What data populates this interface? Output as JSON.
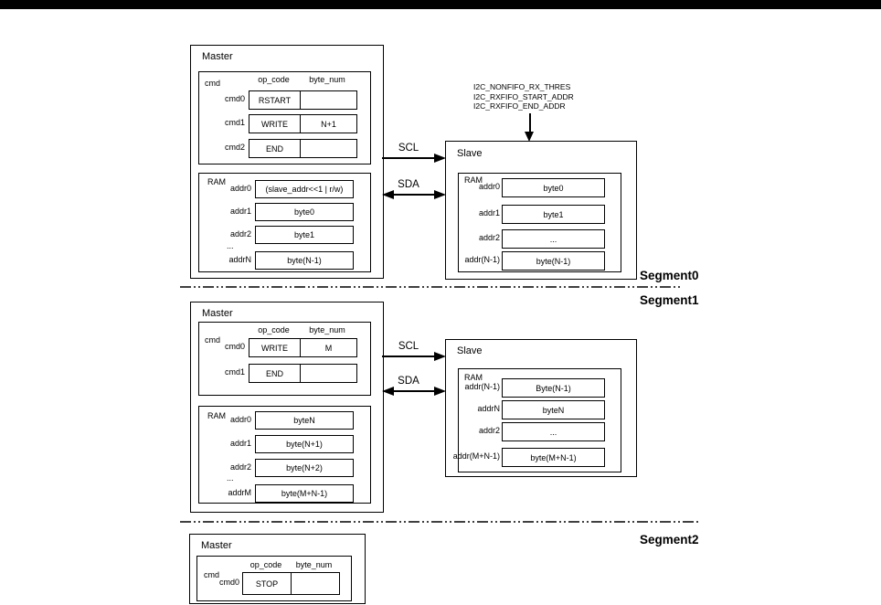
{
  "colors": {
    "ink": "#000000",
    "background": "#ffffff"
  },
  "bus": {
    "scl": "SCL",
    "sda": "SDA"
  },
  "segments": [
    {
      "label": "Segment0",
      "master": {
        "title": "Master",
        "cmd_label": "cmd",
        "headers": {
          "op_code": "op_code",
          "byte_num": "byte_num"
        },
        "cmd_rows": [
          {
            "name": "cmd0",
            "op_code": "RSTART",
            "byte_num": ""
          },
          {
            "name": "cmd1",
            "op_code": "WRITE",
            "byte_num": "N+1"
          },
          {
            "name": "cmd2",
            "op_code": "END",
            "byte_num": ""
          }
        ],
        "ram_label": "RAM",
        "ram_rows": [
          {
            "name": "addr0",
            "value": "(slave_addr<<1 | r/w)"
          },
          {
            "name": "addr1",
            "value": "byte0"
          },
          {
            "name": "addr2",
            "value": "byte1"
          },
          {
            "name": "addrN",
            "value": "byte(N-1)"
          }
        ],
        "ellipsis": "..."
      },
      "slave": {
        "title": "Slave",
        "registers": [
          "I2C_NONFIFO_RX_THRES",
          "I2C_RXFIFO_START_ADDR",
          "I2C_RXFIFO_END_ADDR"
        ],
        "ram_label": "RAM",
        "ram_rows": [
          {
            "name": "addr0",
            "value": "byte0"
          },
          {
            "name": "addr1",
            "value": "byte1"
          },
          {
            "name": "addr2",
            "value": "..."
          },
          {
            "name": "addr(N-1)",
            "value": "byte(N-1)"
          }
        ]
      }
    },
    {
      "label": "Segment1",
      "master": {
        "title": "Master",
        "cmd_label": "cmd",
        "headers": {
          "op_code": "op_code",
          "byte_num": "byte_num"
        },
        "cmd_rows": [
          {
            "name": "cmd0",
            "op_code": "WRITE",
            "byte_num": "M"
          },
          {
            "name": "cmd1",
            "op_code": "END",
            "byte_num": ""
          }
        ],
        "ram_label": "RAM",
        "ram_rows": [
          {
            "name": "addr0",
            "value": "byteN"
          },
          {
            "name": "addr1",
            "value": "byte(N+1)"
          },
          {
            "name": "addr2",
            "value": "byte(N+2)"
          },
          {
            "name": "addrM",
            "value": "byte(M+N-1)"
          }
        ],
        "ellipsis": "..."
      },
      "slave": {
        "title": "Slave",
        "ram_label": "RAM",
        "ram_rows": [
          {
            "name": "addr(N-1)",
            "value": "Byte(N-1)"
          },
          {
            "name": "addrN",
            "value": "byteN"
          },
          {
            "name": "addr2",
            "value": "..."
          },
          {
            "name": "addr(M+N-1)",
            "value": "byte(M+N-1)"
          }
        ]
      }
    },
    {
      "label": "Segment2",
      "master": {
        "title": "Master",
        "cmd_label": "cmd",
        "headers": {
          "op_code": "op_code",
          "byte_num": "byte_num"
        },
        "cmd_rows": [
          {
            "name": "cmd0",
            "op_code": "STOP",
            "byte_num": ""
          }
        ]
      }
    }
  ]
}
